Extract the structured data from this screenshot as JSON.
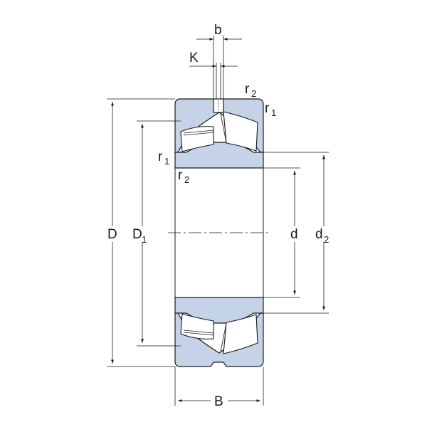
{
  "drawing": {
    "labels": {
      "D": "D",
      "D1_main": "D",
      "D1_sub": "1",
      "d": "d",
      "d2_main": "d",
      "d2_sub": "2",
      "B": "B",
      "b": "b",
      "K": "K",
      "r2_top_main": "r",
      "r2_top_sub": "2",
      "r1_top_main": "r",
      "r1_top_sub": "1",
      "r1_left_main": "r",
      "r1_left_sub": "1",
      "r2_left_main": "r",
      "r2_left_sub": "2"
    },
    "colors": {
      "fill": "#c5d3e8",
      "stroke": "#1a1a1a"
    }
  }
}
